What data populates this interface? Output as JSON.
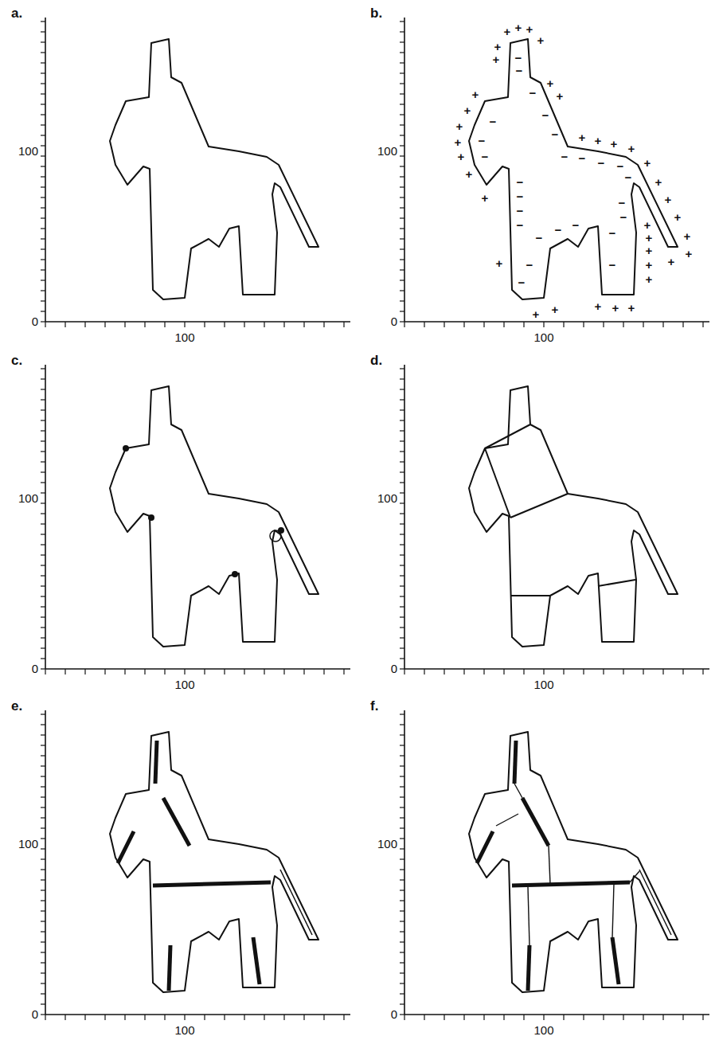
{
  "diagram": {
    "labels": [
      "a.",
      "100",
      "0",
      "100",
      "b.",
      "100",
      "0",
      "100",
      "c.",
      "100",
      "0",
      "100",
      "d.",
      "100",
      "0",
      "100",
      "e.",
      "100",
      "0",
      "100",
      "f.",
      "100",
      "0",
      "100",
      "+",
      "+",
      "+",
      "+",
      "+",
      "+",
      "+",
      "+",
      "+",
      "+",
      "+",
      "+",
      "+",
      "+",
      "+",
      "+",
      "+",
      "+",
      "+",
      "+",
      "+",
      "+",
      "+",
      "+",
      "+",
      "+",
      "+",
      "+",
      "+",
      "+",
      "+",
      "+",
      "+",
      "+",
      "+",
      "+",
      "+",
      "−",
      "−",
      "−",
      "−",
      "−",
      "−",
      "−",
      "−",
      "−",
      "−",
      "−",
      "−",
      "−",
      "−",
      "−",
      "−",
      "−",
      "−",
      "−",
      "−",
      "−",
      "−",
      "−",
      "−",
      "−",
      "−"
    ]
  }
}
